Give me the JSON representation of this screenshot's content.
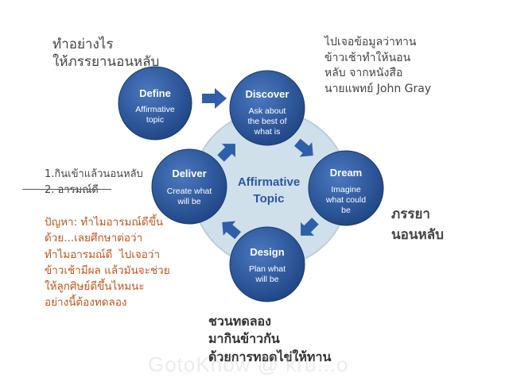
{
  "colors": {
    "node_fill": "#2b5797",
    "node_fill_dark": "#1b3f78",
    "arrow": "#2f5fa8",
    "center_circle": "#cfe0ea",
    "center_stroke": "#b8cfdc",
    "note_gray": "#444444",
    "note_orange": "#c0561b"
  },
  "notes": {
    "top_left": "ทำอย่างไร\nให้ภรรยานอนหลับ",
    "top_right": "ไปเจอข้อมูลว่าทาน\nข้าวเช้าทำให้นอน\nหลับ จากหนังสือ\nนายแพทย์ John Gray",
    "mid_left": "1.กินเข้าแล้วนอนหลับ\n2. อารมณ์ดี",
    "problem": "ปัญหา: ทำไมอารมณ์ดีขึ้น\nด้วย...เลยศึกษาต่อว่า\nทำไมอารมณ์ดี  ไปเจอว่า\nข้าวเช้ามีผล แล้วมันจะช่วย\nให้ลูกศิษย์ดีขึ้นไหมนะ\nอย่างนี้ต้องทดลอง",
    "right_side": "ภรรยา\nนอนหลับ",
    "bottom": "ชวนทดลอง\nมากินข้าวกัน\nด้วยการทอดไข่ให้ทาน"
  },
  "watermark": "GotoKnow @ kru...o",
  "diagram": {
    "center": {
      "line1": "Affirmative",
      "line2": "Topic"
    },
    "nodes": [
      {
        "id": "define",
        "title": "Define",
        "desc": [
          "Affirmative",
          "topic"
        ]
      },
      {
        "id": "discover",
        "title": "Discover",
        "desc": [
          "Ask about",
          "the best of",
          "what is"
        ]
      },
      {
        "id": "dream",
        "title": "Dream",
        "desc": [
          "Imagine",
          "what could",
          "be"
        ]
      },
      {
        "id": "design",
        "title": "Design",
        "desc": [
          "Plan what",
          "will be"
        ]
      },
      {
        "id": "deliver",
        "title": "Deliver",
        "desc": [
          "Create what",
          "will be"
        ]
      }
    ]
  }
}
